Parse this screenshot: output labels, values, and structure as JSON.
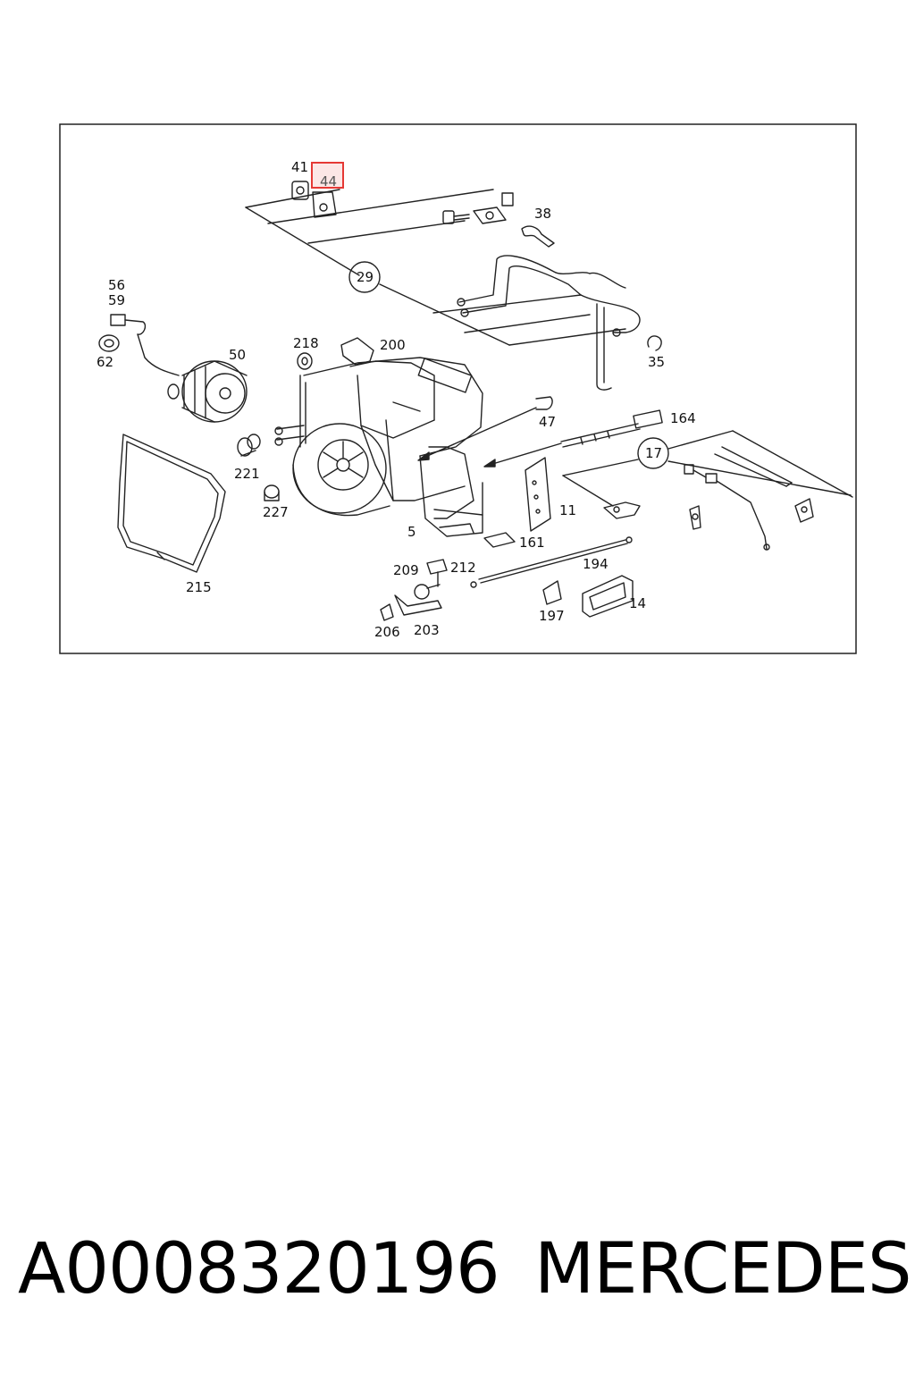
{
  "diagram": {
    "highlight_color": "#e53935",
    "highlighted_callout": "44",
    "callouts": {
      "c41": "41",
      "c44": "44",
      "c38": "38",
      "c29": "29",
      "c56": "56",
      "c59": "59",
      "c62": "62",
      "c50": "50",
      "c218": "218",
      "c200": "200",
      "c35": "35",
      "c47": "47",
      "c164": "164",
      "c17": "17",
      "c221": "221",
      "c227": "227",
      "c5": "5",
      "c11": "11",
      "c161": "161",
      "c215": "215",
      "c209": "209",
      "c212": "212",
      "c194": "194",
      "c197": "197",
      "c14": "14",
      "c206": "206",
      "c203": "203"
    }
  },
  "footer": {
    "part_number": "A0008320196",
    "brand": "MERCEDES"
  }
}
